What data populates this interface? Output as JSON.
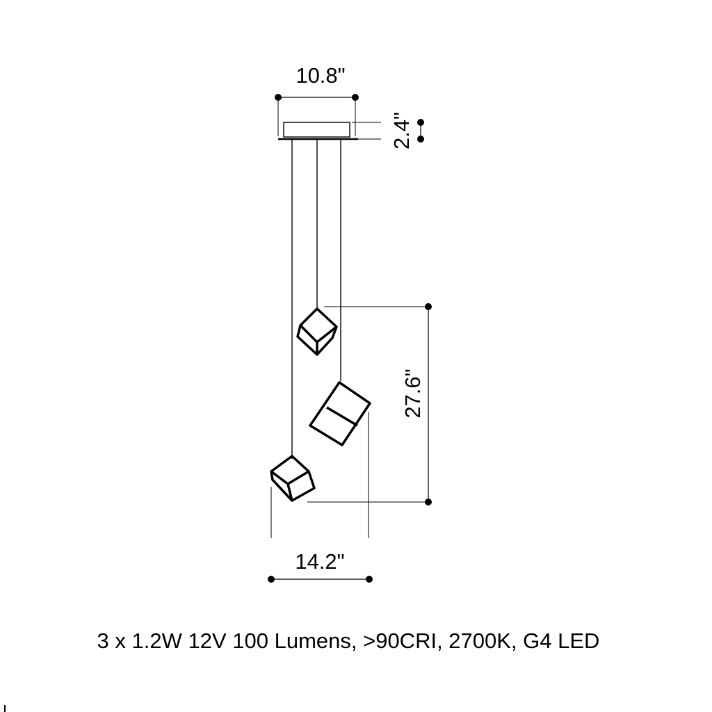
{
  "dimensions": {
    "canopy_width": "10.8\"",
    "canopy_height": "2.4\"",
    "drop_height": "27.6\"",
    "spread_width": "14.2\""
  },
  "specs": {
    "line": "3 x 1.2W 12V 100 Lumens, >90CRI, 2700K, G4 LED"
  }
}
